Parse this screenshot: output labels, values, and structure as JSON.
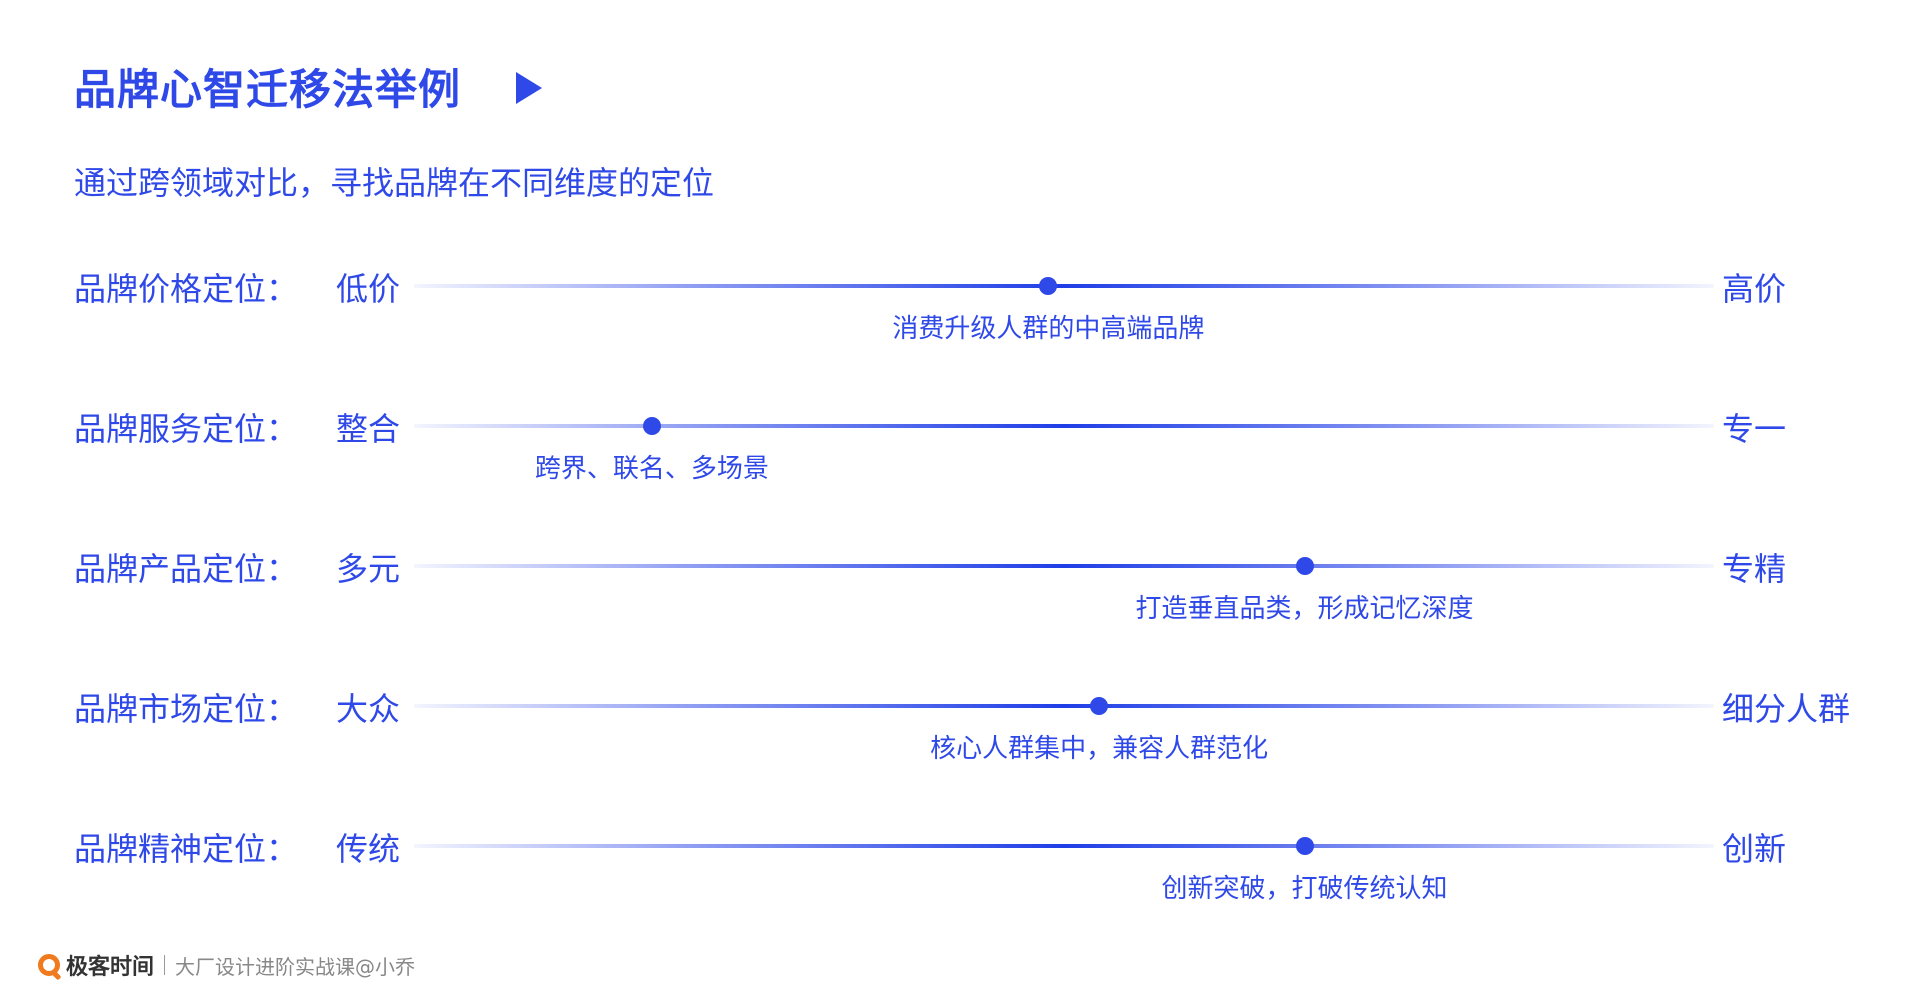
{
  "title": "品牌心智迁移法举例",
  "subtitle": "通过跨领域对比，寻找品牌在不同维度的定位",
  "rows": [
    {
      "label": "品牌价格定位：",
      "left": "低价",
      "right": "高价",
      "position": 0.488,
      "note": "消费升级人群的中高端品牌"
    },
    {
      "label": "品牌服务定位：",
      "left": "整合",
      "right": "专一",
      "position": 0.183,
      "note": "跨界、联名、多场景"
    },
    {
      "label": "品牌产品定位：",
      "left": "多元",
      "right": "专精",
      "position": 0.685,
      "note": "打造垂直品类，形成记忆深度"
    },
    {
      "label": "品牌市场定位：",
      "left": "大众",
      "right": "细分人群",
      "position": 0.527,
      "note": "核心人群集中，兼容人群范化"
    },
    {
      "label": "品牌精神定位：",
      "left": "传统",
      "right": "创新",
      "position": 0.685,
      "note": "创新突破，打破传统认知"
    }
  ],
  "footer": {
    "brand": "极客时间",
    "course": "大厂设计进阶实战课@小乔"
  },
  "colors": {
    "accent": "#2f49e8",
    "logo": "#f07a1e"
  },
  "icons": {
    "title_arrow": "play-triangle-icon",
    "footer_logo": "geektime-logo-icon"
  }
}
